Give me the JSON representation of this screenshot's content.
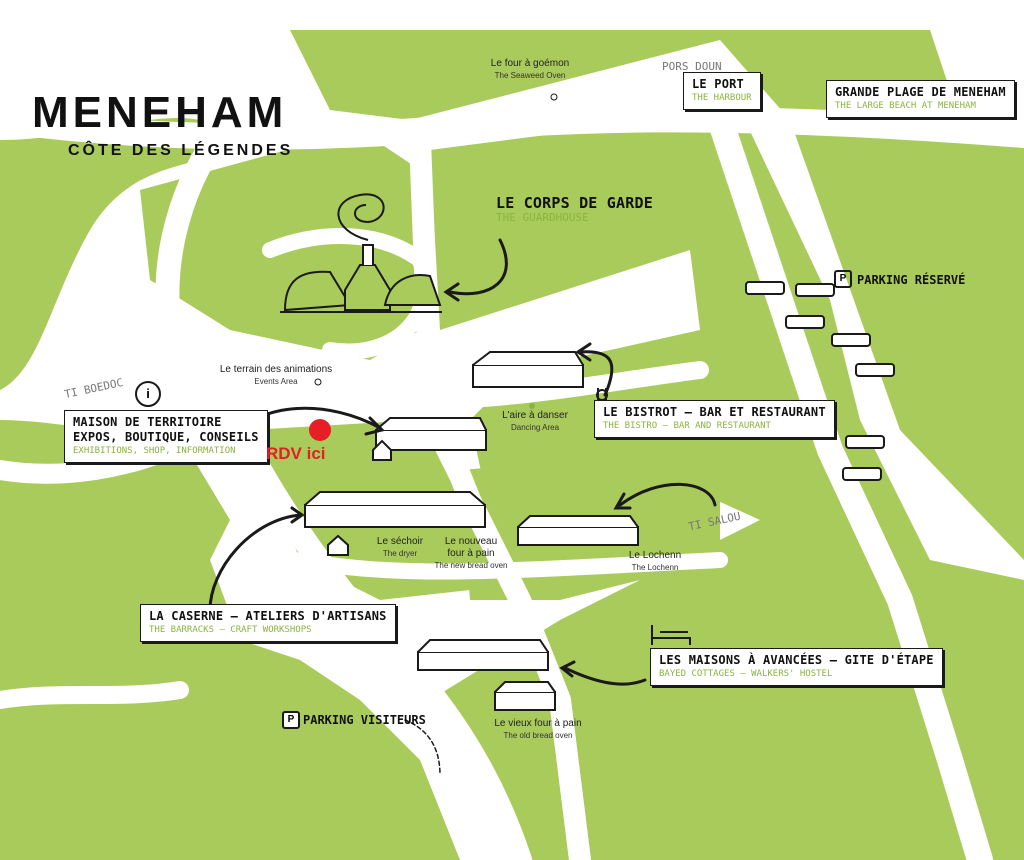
{
  "brand": {
    "name": "MENEHAM",
    "tagline": "CÔTE DES LÉGENDES"
  },
  "colors": {
    "land": "#a9cb5b",
    "road": "#ffffff",
    "ink": "#1a1a1a",
    "accent": "#8bb33f",
    "meeting_point": "#e61e25"
  },
  "meeting_point": {
    "label": "RDV ici"
  },
  "labels": {
    "corps_de_garde": {
      "fr": "LE CORPS DE GARDE",
      "en": "THE GUARDHOUSE"
    },
    "port": {
      "fr": "LE PORT",
      "en": "THE HARBOUR",
      "handwritten": "PORS DOUN"
    },
    "grande_plage": {
      "fr": "GRANDE PLAGE DE MENEHAM",
      "en": "THE LARGE BEACH AT MENEHAM"
    },
    "maison_territoire": {
      "fr_line1": "MAISON DE TERRITOIRE",
      "fr_line2": "EXPOS, BOUTIQUE, CONSEILS",
      "en": "EXHIBITIONS, SHOP, INFORMATION",
      "handwritten": "TI BOEDOC"
    },
    "bistrot": {
      "fr": "LE BISTROT – BAR ET RESTAURANT",
      "en": "THE BISTRO – BAR AND RESTAURANT"
    },
    "caserne": {
      "fr": "LA CASERNE – ATELIERS D'ARTISANS",
      "en": "THE BARRACKS – CRAFT WORKSHOPS"
    },
    "maisons_avancees": {
      "fr": "LES MAISONS À AVANCÉES – GITE D'ÉTAPE",
      "en": "BAYED COTTAGES – WALKERS' HOSTEL"
    }
  },
  "parking": {
    "reserved": "PARKING RÉSERVÉ",
    "visitors": "PARKING VISITEURS",
    "symbol": "P"
  },
  "small_labels": {
    "four_goemon": {
      "fr": "Le four à goémon",
      "en": "The Seaweed Oven"
    },
    "terrain": {
      "fr": "Le terrain des animations",
      "en": "Events Area"
    },
    "aire_danser": {
      "fr": "L'aire à danser",
      "en": "Dancing Area"
    },
    "sechoir": {
      "fr": "Le séchoir",
      "en": "The dryer"
    },
    "nouveau_four_1": "Le nouveau",
    "nouveau_four_2": "four à pain",
    "nouveau_four_en": "The new bread oven",
    "lochenn": {
      "fr": "Le Lochenn",
      "en": "The Lochenn"
    },
    "vieux_four": {
      "fr": "Le vieux four à pain",
      "en": "The old bread oven"
    }
  },
  "handwritten": {
    "ti_salou": "TI SALOU"
  },
  "icons": {
    "info": "i",
    "info_icon": "info-icon",
    "restaurant_icon": "fork-knife-icon",
    "bed_icon": "bed-icon",
    "car_icon": "car-icon"
  }
}
